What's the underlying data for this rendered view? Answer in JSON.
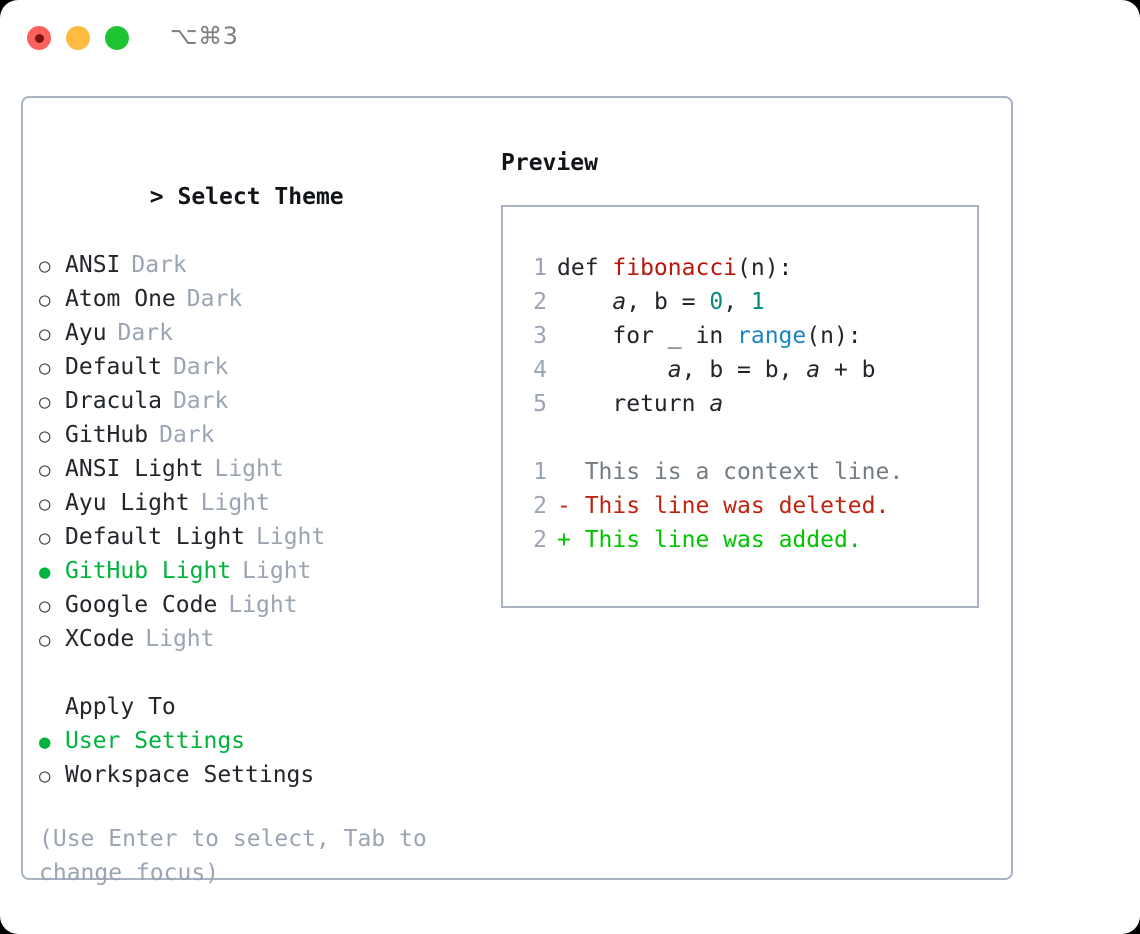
{
  "titlebar": {
    "shortcut": "⌥⌘3",
    "lights": [
      "close",
      "minimize",
      "maximize"
    ]
  },
  "theme_panel": {
    "header_prefix": "> ",
    "header": "Select Theme",
    "radio_empty": "○",
    "radio_filled": "●",
    "themes": [
      {
        "name": "ANSI",
        "tag": "Dark",
        "selected": false
      },
      {
        "name": "Atom One",
        "tag": "Dark",
        "selected": false
      },
      {
        "name": "Ayu",
        "tag": "Dark",
        "selected": false
      },
      {
        "name": "Default",
        "tag": "Dark",
        "selected": false
      },
      {
        "name": "Dracula",
        "tag": "Dark",
        "selected": false
      },
      {
        "name": "GitHub",
        "tag": "Dark",
        "selected": false
      },
      {
        "name": "ANSI Light",
        "tag": "Light",
        "selected": false
      },
      {
        "name": "Ayu Light",
        "tag": "Light",
        "selected": false
      },
      {
        "name": "Default Light",
        "tag": "Light",
        "selected": false
      },
      {
        "name": "GitHub Light",
        "tag": "Light",
        "selected": true
      },
      {
        "name": "Google Code",
        "tag": "Light",
        "selected": false
      },
      {
        "name": "XCode",
        "tag": "Light",
        "selected": false
      }
    ]
  },
  "apply_to": {
    "header": "Apply To",
    "options": [
      {
        "name": "User Settings",
        "selected": true
      },
      {
        "name": "Workspace Settings",
        "selected": false
      }
    ]
  },
  "hint": "(Use Enter to select, Tab to change focus)",
  "preview": {
    "title": "Preview",
    "code_lines": [
      {
        "no": "1",
        "segments": [
          {
            "text": "def ",
            "style": "plain"
          },
          {
            "text": "fibonacci",
            "style": "fn"
          },
          {
            "text": "(n):",
            "style": "plain"
          }
        ]
      },
      {
        "no": "2",
        "segments": [
          {
            "text": "    ",
            "style": "plain"
          },
          {
            "text": "a",
            "style": "italic"
          },
          {
            "text": ", b = ",
            "style": "plain"
          },
          {
            "text": "0",
            "style": "num"
          },
          {
            "text": ", ",
            "style": "plain"
          },
          {
            "text": "1",
            "style": "num"
          }
        ]
      },
      {
        "no": "3",
        "segments": [
          {
            "text": "    for _ in ",
            "style": "plain"
          },
          {
            "text": "range",
            "style": "builtin"
          },
          {
            "text": "(n):",
            "style": "plain"
          }
        ]
      },
      {
        "no": "4",
        "segments": [
          {
            "text": "        ",
            "style": "plain"
          },
          {
            "text": "a",
            "style": "italic"
          },
          {
            "text": ", b = b, ",
            "style": "plain"
          },
          {
            "text": "a",
            "style": "italic"
          },
          {
            "text": " + b",
            "style": "plain"
          }
        ]
      },
      {
        "no": "5",
        "segments": [
          {
            "text": "    return ",
            "style": "plain"
          },
          {
            "text": "a",
            "style": "italic"
          }
        ]
      }
    ],
    "diff_lines": [
      {
        "no": "1",
        "marker": " ",
        "text": " This is a context line.",
        "kind": "context"
      },
      {
        "no": "2",
        "marker": "-",
        "text": " This line was deleted.",
        "kind": "deleted"
      },
      {
        "no": "2",
        "marker": "+",
        "text": " This line was added.",
        "kind": "added"
      }
    ]
  },
  "colors": {
    "accent_green": "#00b33c",
    "border": "#a9b2c0",
    "muted": "#9aa4b2",
    "diff_deleted": "#c0240f",
    "diff_added": "#00c400",
    "token_function": "#b8170d",
    "token_number": "#0a8a7e",
    "token_builtin": "#1b84c4"
  }
}
